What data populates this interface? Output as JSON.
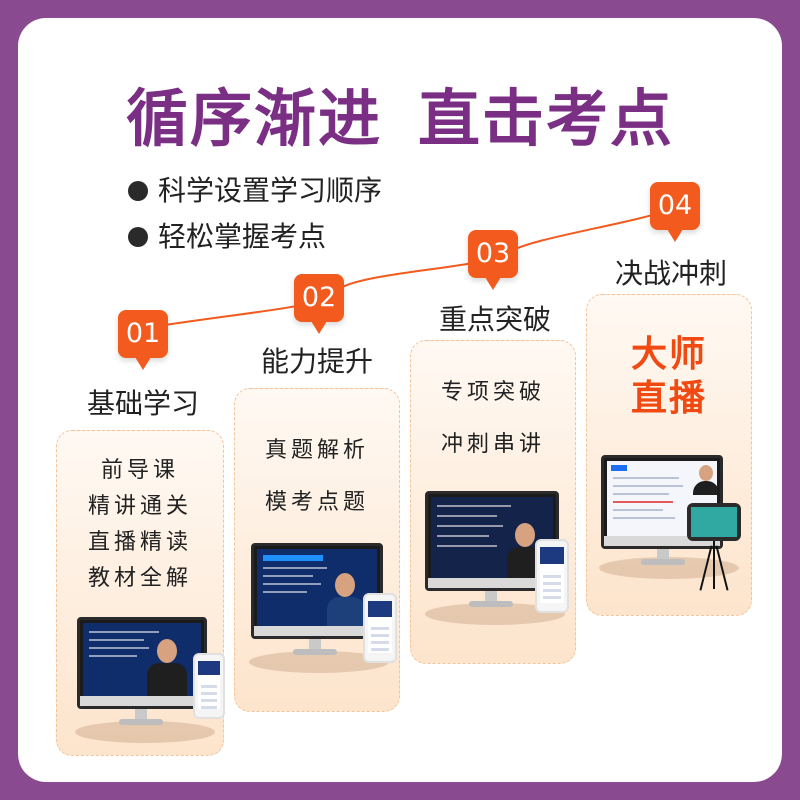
{
  "header": {
    "title_part1": "循序渐进",
    "title_part2": "直击考点"
  },
  "bullets": [
    "科学设置学习顺序",
    "轻松掌握考点"
  ],
  "stages": [
    {
      "num": "01",
      "label": "基础学习",
      "items": [
        "前导课",
        "精讲通关",
        "直播精读",
        "教材全解"
      ]
    },
    {
      "num": "02",
      "label": "能力提升",
      "items": [
        "真题解析",
        "模考点题"
      ]
    },
    {
      "num": "03",
      "label": "重点突破",
      "items": [
        "专项突破",
        "冲刺串讲"
      ]
    },
    {
      "num": "04",
      "label": "决战冲刺",
      "highlight": [
        "大师",
        "直播"
      ]
    }
  ],
  "colors": {
    "background": "#8a4a8f",
    "title": "#7a2f84",
    "accent": "#f35a1d",
    "highlight": "#f04a12",
    "panel_border": "#f2c49b"
  }
}
